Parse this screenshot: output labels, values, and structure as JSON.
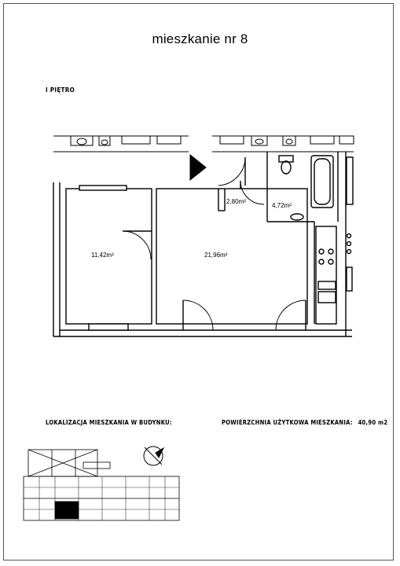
{
  "header": {
    "title": "mieszkanie nr  8"
  },
  "floor_label": "I PIĘTRO",
  "rooms": [
    {
      "area": "2,80m²"
    },
    {
      "area": "4,72m²"
    },
    {
      "area": "11,42m²"
    },
    {
      "area": "21,96m²"
    }
  ],
  "footer": {
    "location_label": "LOKALIZACJA MIESZKANIA W BUDYNKU:",
    "usable_area_label": "POWIERZCHNIA UŻYTKOWA MIESZKANIA:",
    "usable_area_value": "40,90 m2"
  }
}
